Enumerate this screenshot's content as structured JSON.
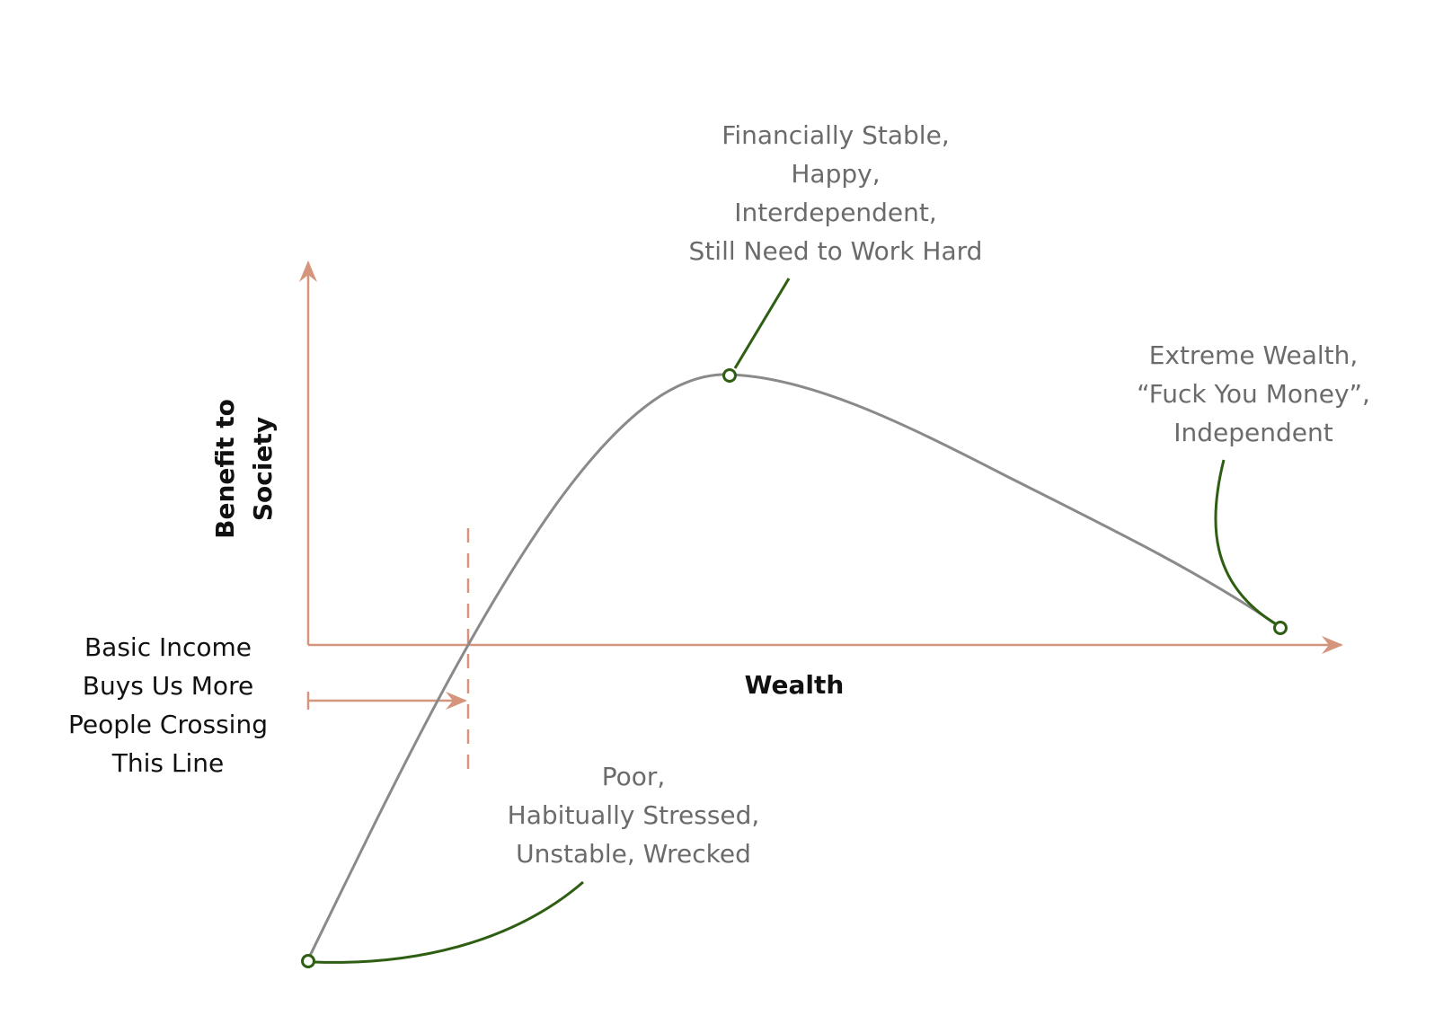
{
  "axes": {
    "x_label": "Wealth",
    "y_label_lines": [
      "Benefit to",
      "Society"
    ],
    "color": "#d4957c"
  },
  "annotations": {
    "peak_lines": [
      "Financially Stable,",
      "Happy,",
      "Interdependent,",
      "Still Need to Work Hard"
    ],
    "extreme_lines": [
      "Extreme Wealth,",
      "“Fuck You Money”,",
      "Independent"
    ],
    "poor_lines": [
      "Poor,",
      "Habitually Stressed,",
      "Unstable, Wrecked"
    ],
    "basic_income_lines": [
      "Basic Income",
      "Buys Us More",
      "People Crossing",
      "This Line"
    ]
  },
  "colors": {
    "curve": "#8a8a8a",
    "callout": "#2e5e12",
    "axis": "#d4957c"
  }
}
